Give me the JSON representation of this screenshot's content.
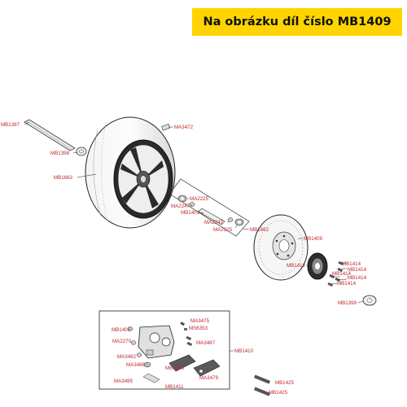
{
  "banner": {
    "title": "Na obrázku díl číslo MB1409",
    "background": "#ffd400"
  },
  "diagram": {
    "label_color": "#c0262d",
    "part_labels": {
      "mb1397": "MB1397",
      "mb1398": "MB1398",
      "mb1663": "MB1663",
      "ma3472": "MA3472",
      "ma2225_a": "MA2225",
      "ma2247_a": "MA2247",
      "mb1401": "MB1401",
      "ma2247_b": "MA2247",
      "ma2225_b": "MA2225",
      "mb1662": "MB1662",
      "mb1409": "MB1409",
      "mb1412": "MB1412",
      "mb1414_a": "MB1414",
      "mb1414_b": "MB1414",
      "mb1414_c": "MB1414",
      "mb1414_d": "MB1414",
      "mb1414_e": "MB1414",
      "mb1399": "MB1399",
      "mb1405": "MB1405",
      "ma3475": "MA3475",
      "ms6353": "MS6353",
      "ma2270": "MA2270",
      "ma3487": "MA3487",
      "ma3482": "MA3482",
      "ma3486": "MA3486",
      "mb1403": "MB1403",
      "mb1410": "MB1410",
      "ma3485": "MA3485",
      "mb1411": "MB1411",
      "ma3479": "MA3479",
      "mb1425_a": "MB1425",
      "mb1425_b": "MB1425"
    }
  }
}
